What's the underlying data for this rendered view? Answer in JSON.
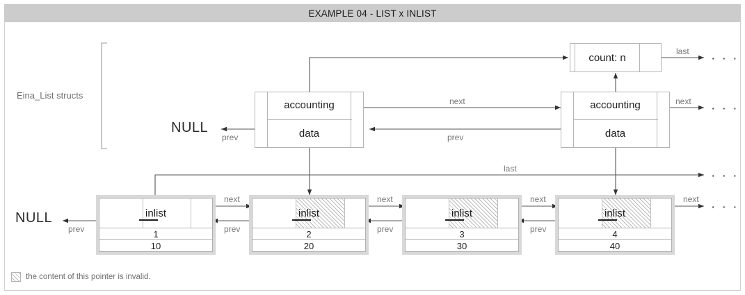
{
  "title": "EXAMPLE 04 - LIST x INLIST",
  "group_label": "Eina_List structs",
  "null_labels": {
    "top": "NULL",
    "bottom": "NULL"
  },
  "ellipsis": "· · ·",
  "count_box": {
    "label": "count: n",
    "out_label": "last"
  },
  "list_structs": [
    {
      "id": "list-struct-1",
      "accounting": "accounting",
      "data": "data",
      "next_label": "next",
      "prev_label": "prev"
    },
    {
      "id": "list-struct-2",
      "accounting": "accounting",
      "data": "data",
      "next_label": "next",
      "prev_label": "prev"
    }
  ],
  "last_pointer_label": "last",
  "inlist_nodes": [
    {
      "id": "inlist-node-1",
      "pointer": "inlist",
      "value1": "1",
      "value2": "10",
      "invalid": false,
      "next_label": "next",
      "prev_label": "prev"
    },
    {
      "id": "inlist-node-2",
      "pointer": "inlist",
      "value1": "2",
      "value2": "20",
      "invalid": true,
      "next_label": "next",
      "prev_label": "prev"
    },
    {
      "id": "inlist-node-3",
      "pointer": "inlist",
      "value1": "3",
      "value2": "30",
      "invalid": true,
      "next_label": "next",
      "prev_label": "prev"
    },
    {
      "id": "inlist-node-4",
      "pointer": "inlist",
      "value1": "4",
      "value2": "40",
      "invalid": true,
      "next_label": "next",
      "prev_label": "prev"
    }
  ],
  "legend": {
    "text": "the content of this pointer is invalid."
  },
  "colors": {
    "title_bg": "#cccccc",
    "frame": "#d2d2d2",
    "line": "#555555",
    "box_border": "#b4b4b4",
    "node_frame": "#d8d8d8",
    "muted_text": "#777777",
    "text": "#1d1d1d"
  }
}
